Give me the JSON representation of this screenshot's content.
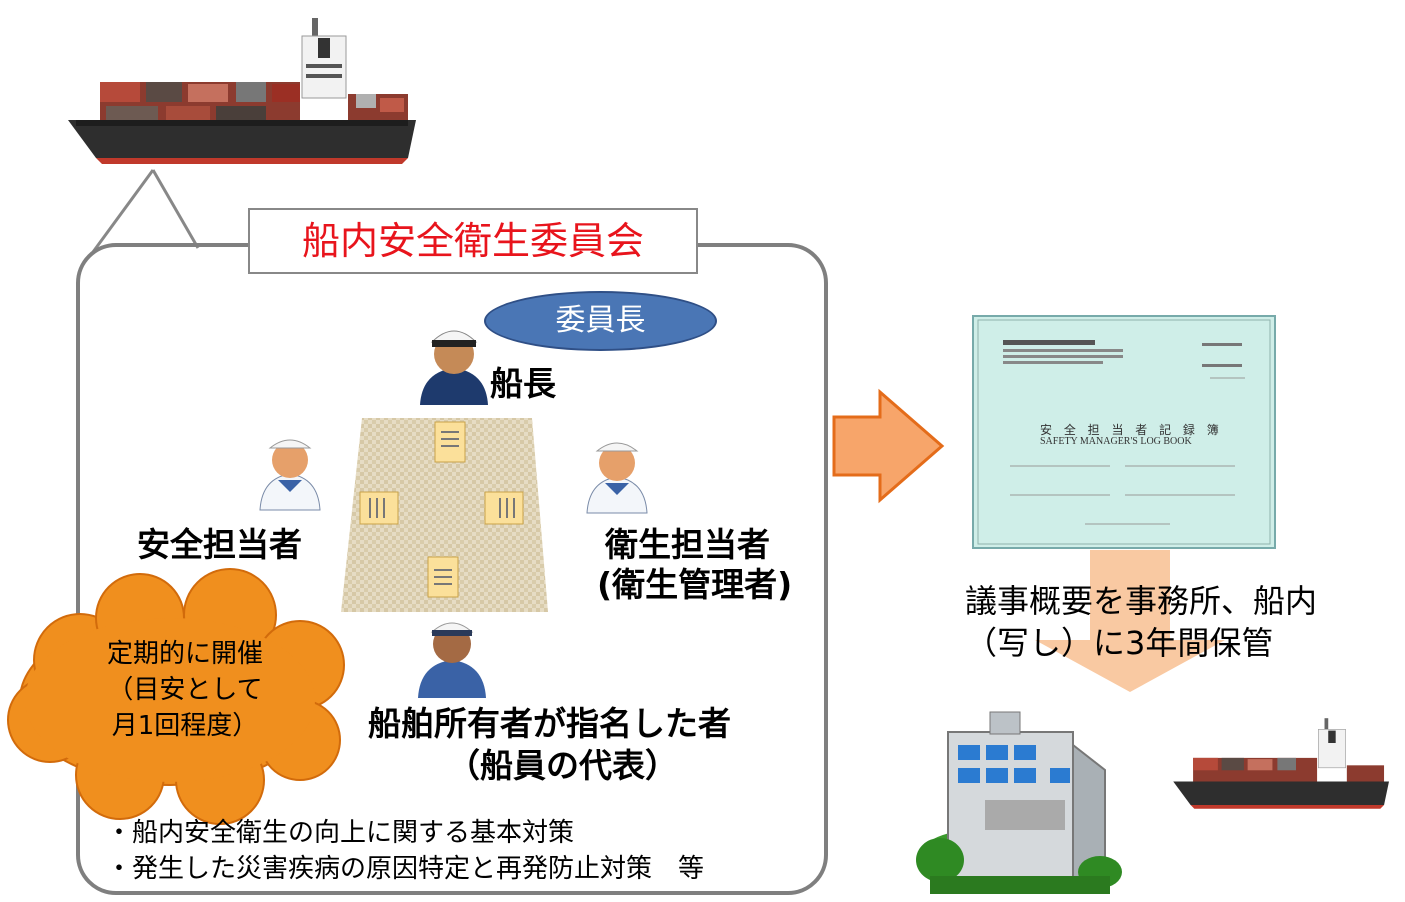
{
  "committee": {
    "title": "船内安全衛生委員会",
    "chair_badge": "委員長",
    "members": {
      "captain": "船長",
      "safety_officer": "安全担当者",
      "health_officer_line1": "衛生担当者",
      "health_officer_line2": "(衛生管理者)",
      "owner_designee_line1": "船舶所有者が指名した者",
      "owner_designee_line2": "（船員の代表）"
    },
    "meeting_frequency": {
      "line1": "定期的に開催",
      "line2": "（目安として",
      "line3": "月1回程度）"
    },
    "agenda": [
      "・船内安全衛生の向上に関する基本対策",
      "・発生した災害疾病の原因特定と再発防止対策　等"
    ]
  },
  "minutes": {
    "line1": "議事概要を事務所、船内",
    "line2": "（写し）に3年間保管"
  },
  "logbook": {
    "title_jp": "安 全 担 当 者 記 録 簿",
    "title_en": "SAFETY MANAGER'S LOG BOOK"
  },
  "colors": {
    "title_red": "#e8141c",
    "badge_blue": "#4a76b5",
    "arrow_orange": "#f7a56a",
    "cloud_orange": "#f08f1e",
    "logbook_cyan": "#cfeee8"
  },
  "icons": {
    "ship": "container-ship-icon",
    "sailor": "sailor-icon",
    "captain": "captain-icon",
    "document": "document-icon",
    "building": "office-building-icon"
  }
}
